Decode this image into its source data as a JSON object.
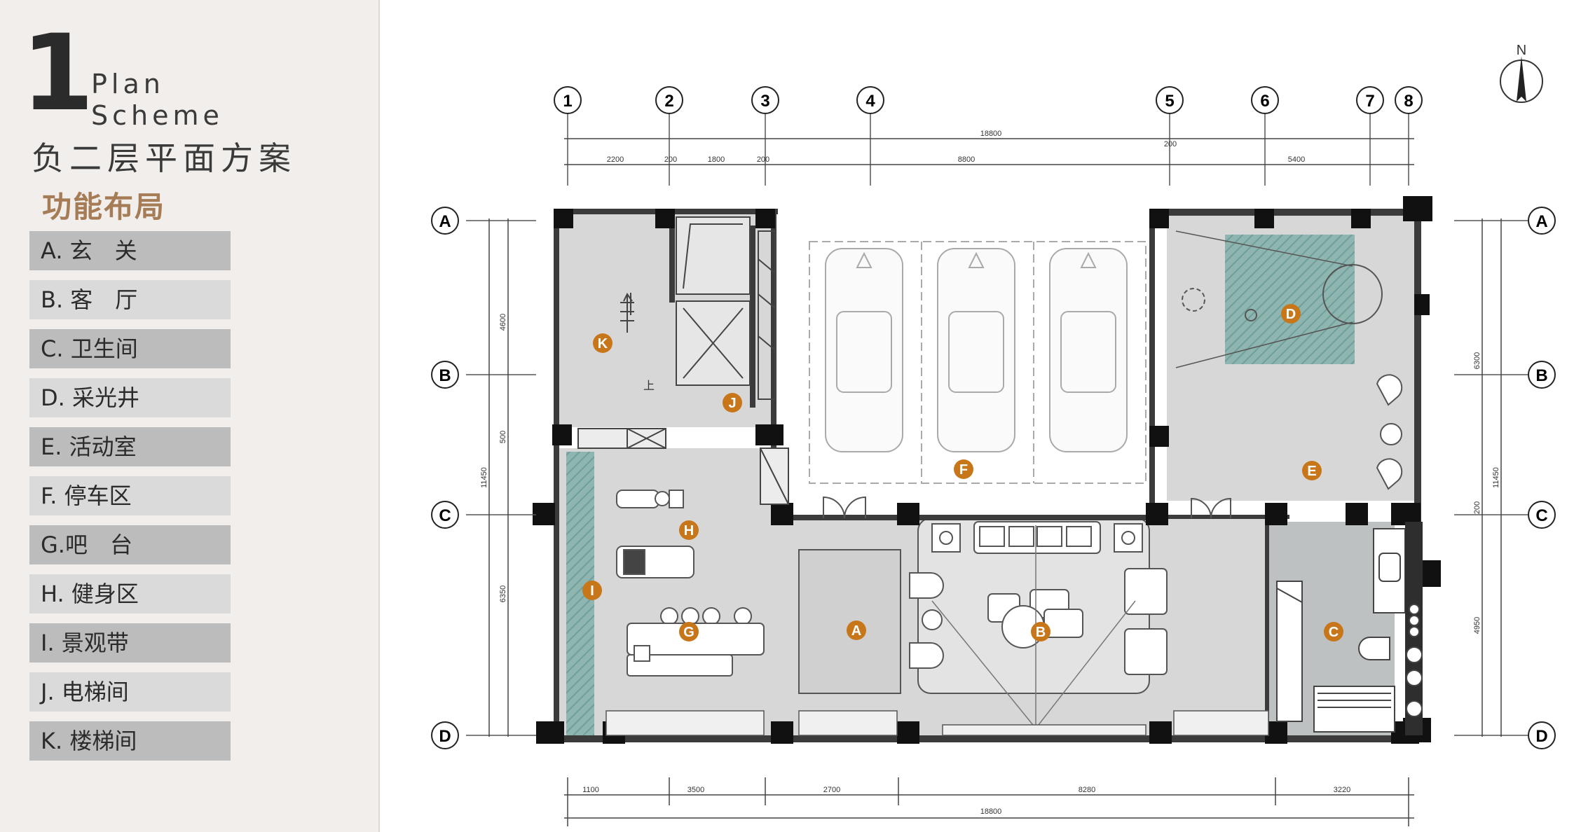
{
  "header": {
    "number": "1",
    "word1": "Plan",
    "word2": "Scheme",
    "title_cn": "负二层平面方案",
    "subtitle_cn": "功能布局"
  },
  "legend": [
    {
      "label": "A. 玄　关"
    },
    {
      "label": "B. 客　厅"
    },
    {
      "label": "C. 卫生间"
    },
    {
      "label": "D. 采光井"
    },
    {
      "label": "E. 活动室"
    },
    {
      "label": "F. 停车区"
    },
    {
      "label": "G.吧　台"
    },
    {
      "label": "H. 健身区"
    },
    {
      "label": "I. 景观带"
    },
    {
      "label": "J. 电梯间"
    },
    {
      "label": "K. 楼梯间"
    }
  ],
  "compass": {
    "north": "N"
  },
  "axes": {
    "columns": [
      "1",
      "2",
      "3",
      "4",
      "5",
      "6",
      "7",
      "8"
    ],
    "rows": [
      "A",
      "B",
      "C",
      "D"
    ]
  },
  "dims": {
    "top_total": "18800",
    "top": [
      "2200",
      "200",
      "1800",
      "200",
      "8800",
      "200",
      "5400"
    ],
    "bottom": [
      "1100",
      "3500",
      "2700",
      "8280",
      "3220"
    ],
    "bottom_total": "18800",
    "left": [
      "4600",
      "500",
      "6350"
    ],
    "left_total": "11450",
    "right": [
      "6300",
      "200",
      "4950"
    ],
    "right_total": "11450"
  },
  "stair_mark": "上",
  "rooms": [
    {
      "letter": "K"
    },
    {
      "letter": "J"
    },
    {
      "letter": "D"
    },
    {
      "letter": "F"
    },
    {
      "letter": "E"
    },
    {
      "letter": "H"
    },
    {
      "letter": "I"
    },
    {
      "letter": "G"
    },
    {
      "letter": "A"
    },
    {
      "letter": "B"
    },
    {
      "letter": "C"
    }
  ],
  "colors": {
    "marker": "#c8761a",
    "wall": "#3b3b3b",
    "floor": "#d7d7d7",
    "bath": "#bdc1c1",
    "hatch": "#6f9f9a"
  }
}
